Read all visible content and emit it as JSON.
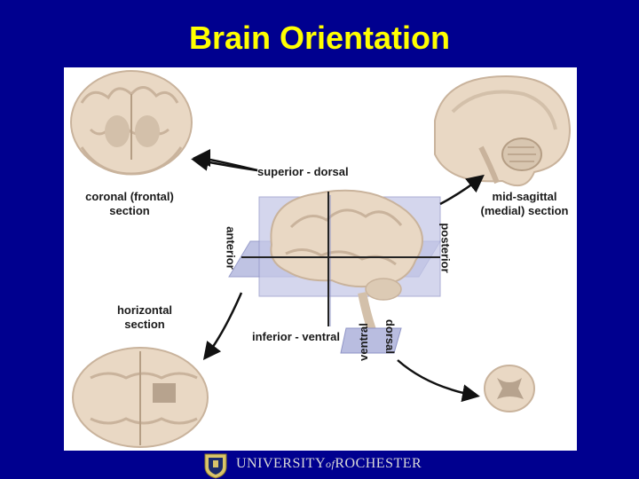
{
  "slide": {
    "title": "Brain Orientation"
  },
  "labels": {
    "superior": "superior - dorsal",
    "inferior": "inferior - ventral",
    "coronal_line1": "coronal (frontal)",
    "coronal_line2": "section",
    "midsagittal_line1": "mid-sagittal",
    "midsagittal_line2": "(medial) section",
    "horizontal_line1": "horizontal",
    "horizontal_line2": "section",
    "anterior": "anterior",
    "posterior": "posterior",
    "dorsal": "dorsal",
    "ventral": "ventral"
  },
  "footer": {
    "university_part1": "UNIVERSITY",
    "university_of": "of",
    "university_part2": "ROCHESTER"
  },
  "colors": {
    "background": "#00008f",
    "title": "#ffff00",
    "brain": "#e9d8c4",
    "plane": "#b9bde0"
  }
}
